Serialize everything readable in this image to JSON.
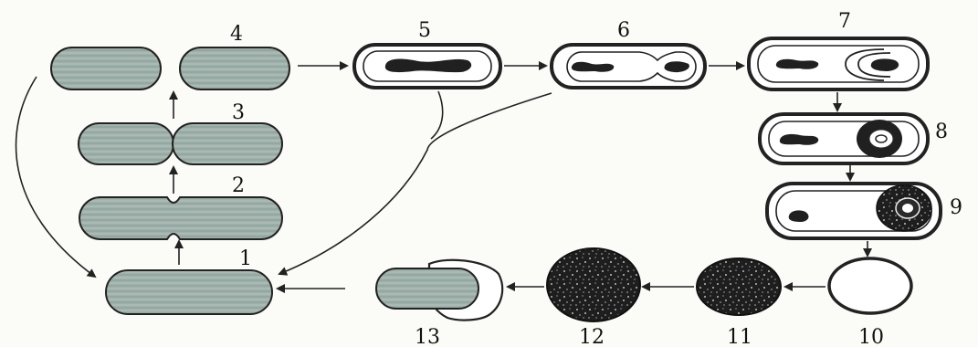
{
  "diagram": {
    "stage_labels": [
      "1",
      "2",
      "3",
      "4",
      "5",
      "6",
      "7",
      "8",
      "9",
      "10",
      "11",
      "12",
      "13"
    ]
  },
  "colors": {
    "vegetative_cell_fill": "#9fb1aa",
    "outline": "#222222",
    "dark_body": "#202020",
    "arrow": "#222222",
    "background": "#fbfbf8"
  }
}
